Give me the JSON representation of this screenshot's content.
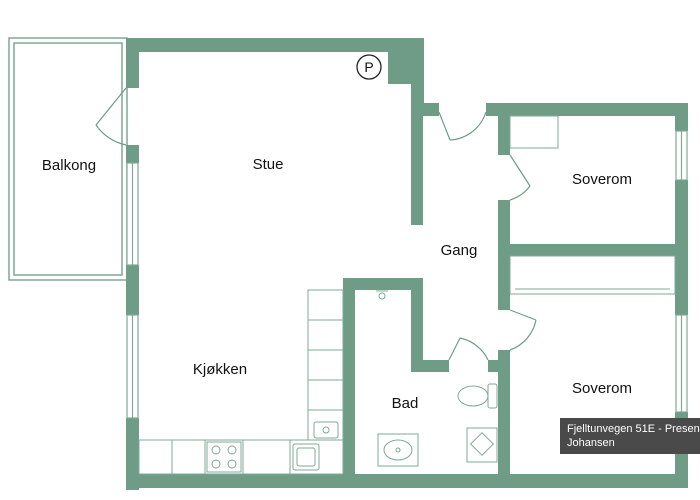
{
  "colors": {
    "wall": "#6e9c87",
    "fixture_line": "#7fa896",
    "caption_bg": "#4a4a4a",
    "caption_text": "#ffffff"
  },
  "rooms": {
    "balkong": "Balkong",
    "stue": "Stue",
    "gang": "Gang",
    "soverom_1": "Soverom",
    "soverom_2": "Soverom",
    "kjokken": "Kjøkken",
    "bad": "Bad"
  },
  "parking_symbol": "P",
  "caption": {
    "line1": "Fjelltunvegen 51E - Presen",
    "line2": "Johansen"
  },
  "icons": {
    "door": "door-swing-icon",
    "window": "window-icon",
    "parking": "parking-icon",
    "stove": "stove-icon",
    "sink": "sink-icon",
    "toilet": "toilet-icon",
    "shower": "shower-icon"
  }
}
